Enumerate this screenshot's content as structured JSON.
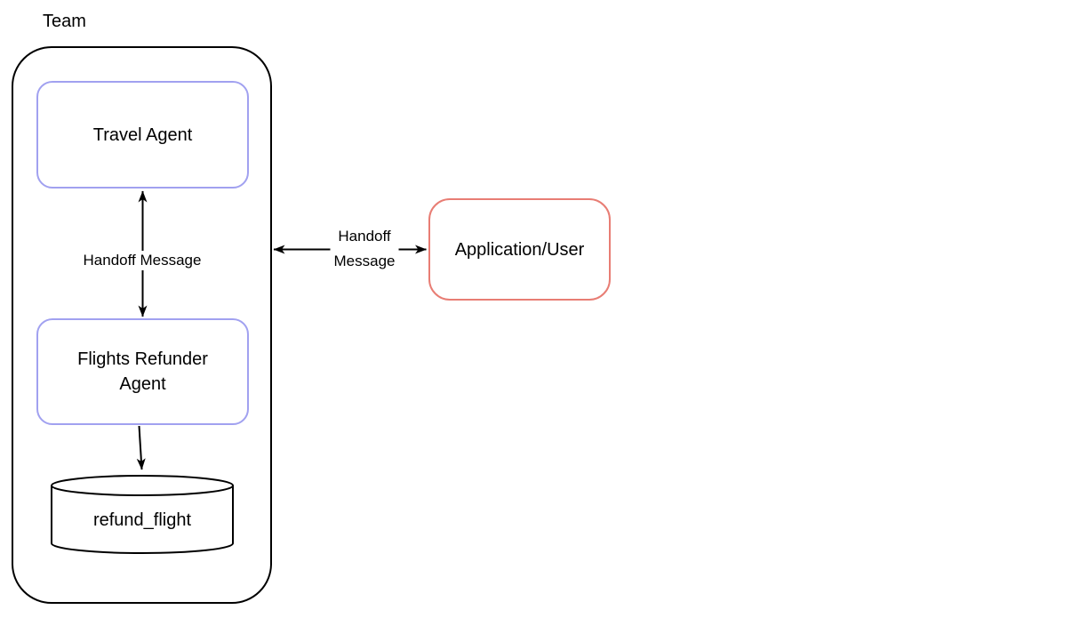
{
  "diagram": {
    "team": {
      "label": "Team"
    },
    "nodes": {
      "travel_agent": {
        "label": "Travel Agent",
        "border_color": "#a1a1f0"
      },
      "flights_refunder_agent": {
        "label_line1": "Flights Refunder",
        "label_line2": "Agent",
        "border_color": "#a1a1f0"
      },
      "refund_flight": {
        "label": "refund_flight",
        "shape": "cylinder",
        "border_color": "#000000"
      },
      "application_user": {
        "label": "Application/User",
        "border_color": "#e87d74"
      }
    },
    "edges": {
      "agent_handoff": {
        "label": "Handoff Message",
        "type": "double-arrow",
        "from": "Travel Agent",
        "to": "Flights Refunder Agent"
      },
      "team_application_handoff": {
        "label_line1": "Handoff",
        "label_line2": "Message",
        "type": "double-arrow",
        "from": "Team",
        "to": "Application/User"
      },
      "tool_call": {
        "label": "",
        "type": "single-arrow",
        "from": "Flights Refunder Agent",
        "to": "refund_flight"
      }
    },
    "colors": {
      "agent_node_border": "#a1a1f0",
      "external_node_border": "#e87d74",
      "line": "#000000",
      "background": "#ffffff"
    }
  }
}
